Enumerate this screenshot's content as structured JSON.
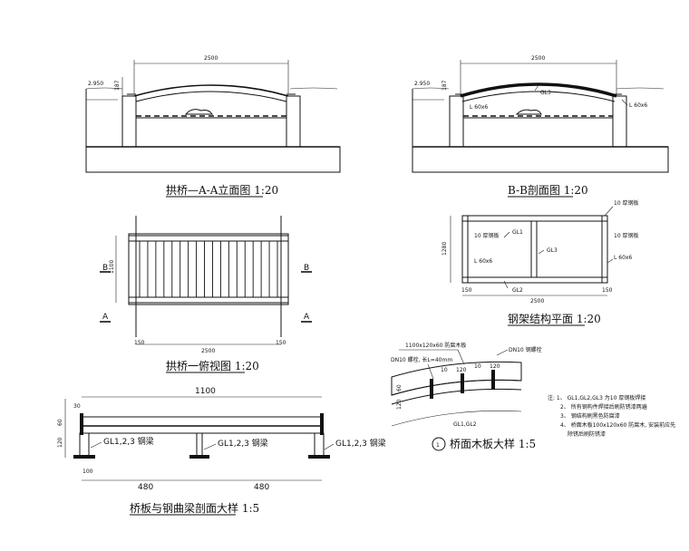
{
  "drawings": {
    "elevation": {
      "title": "拱桥—A-A立面图  1:20",
      "span": "2500",
      "elev_left": "2.950",
      "height_dim": "187"
    },
    "section": {
      "title": "B-B剖面图  1:20",
      "span": "2500",
      "elev_left": "2.950",
      "height_dim": "187",
      "tag_gl3": "GL3",
      "tag_l": "L 60x6",
      "tag_r": "L 60x6"
    },
    "plan": {
      "title": "拱桥一俯视图  1:20",
      "total": "2500",
      "side_left": "150",
      "side_right": "150",
      "width_dim": "1100",
      "mark_b": "B",
      "mark_a": "A"
    },
    "steel_plan": {
      "title": "钢架结构平面  1:20",
      "gl1": "GL1",
      "gl2": "GL2",
      "gl3": "GL3",
      "width": "2500",
      "height": "1280",
      "margin_left": "150",
      "margin_right": "150",
      "note_10_top": "10 厚钢板",
      "note_10_left": "10 厚钢板",
      "note_10_right": "10 厚钢板",
      "note_l60_left": "L 60x6",
      "note_l60_right": "L 60x6"
    },
    "board_detail": {
      "title": "桥面木板大样  1:5",
      "circle": "1",
      "board_spec": "1100x120x60 防腐木板",
      "dn10_right": "DN10 钢螺栓",
      "dn10_left": "DN10 螺栓, 长L=40mm",
      "spacing": [
        "10",
        "120",
        "10",
        "120"
      ],
      "dim_60": "60",
      "dim_120": "120",
      "beam_tag": "GL1,GL2"
    },
    "beam_section": {
      "title": "桥板与钢曲梁剖面大样  1:5",
      "length": "1100",
      "left_30": "30",
      "left_60": "60",
      "left_120": "120",
      "bottom_left": "100",
      "half_left": "480",
      "half_right": "480",
      "tag_left": "GL1,2,3 钢梁",
      "tag_mid": "GL1,2,3 钢梁",
      "tag_right": "GL1,2,3 钢梁"
    }
  },
  "notes": {
    "items": [
      "注: 1、 GL1,GL2,GL3 为10 厚钢板焊接",
      "2、 所有钢构件焊接后刷防锈漆两遍",
      "3、 钢结构刷黑色防腐漆",
      "4、 桥面木板100x120x60 防腐木, 安装前应先",
      "除锈后刷防锈漆"
    ]
  }
}
